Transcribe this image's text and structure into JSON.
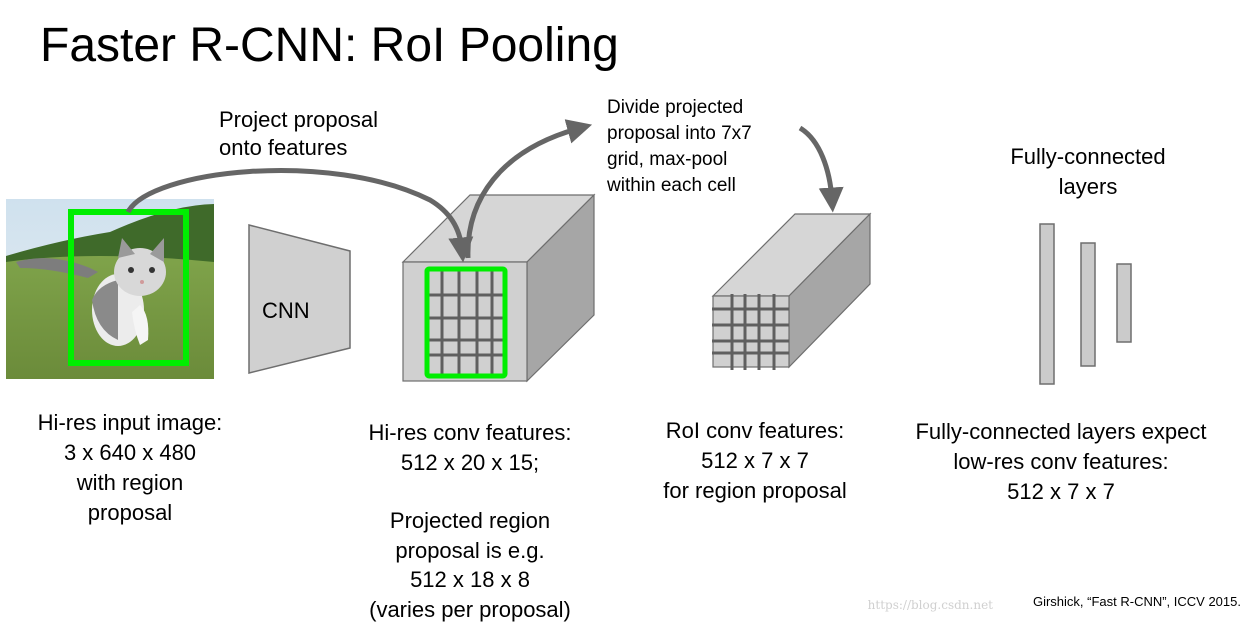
{
  "slide": {
    "title": "Faster R-CNN: RoI Pooling",
    "cnn_label": "CNN",
    "annotations": {
      "project": [
        "Project proposal",
        "onto features"
      ],
      "divide": [
        "Divide projected",
        "proposal into 7x7",
        "grid, max-pool",
        "within each cell"
      ],
      "fc_header": [
        "Fully-connected",
        "layers"
      ]
    },
    "captions": {
      "input": [
        "Hi-res input image:",
        "3 x 640 x 480",
        "with region",
        "proposal"
      ],
      "conv": [
        "Hi-res conv features:",
        "512 x 20 x 15;",
        "",
        "Projected region",
        "proposal is e.g.",
        "512 x 18 x 8",
        "(varies per proposal)"
      ],
      "roi": [
        "RoI conv features:",
        "512 x 7 x 7",
        "for region proposal"
      ],
      "fc": [
        "Fully-connected layers expect",
        "low-res conv features:",
        "512 x 7 x 7"
      ]
    },
    "citation": "Girshick, “Fast R-CNN”, ICCV 2015.",
    "watermark": "https://blog.csdn.net",
    "colors": {
      "box_green": "#00ee00",
      "arrow_gray": "#666666",
      "shape_fill": "#d0d0d0",
      "shape_side": "#a6a6a6",
      "shape_stroke": "#6e6e6e"
    }
  }
}
